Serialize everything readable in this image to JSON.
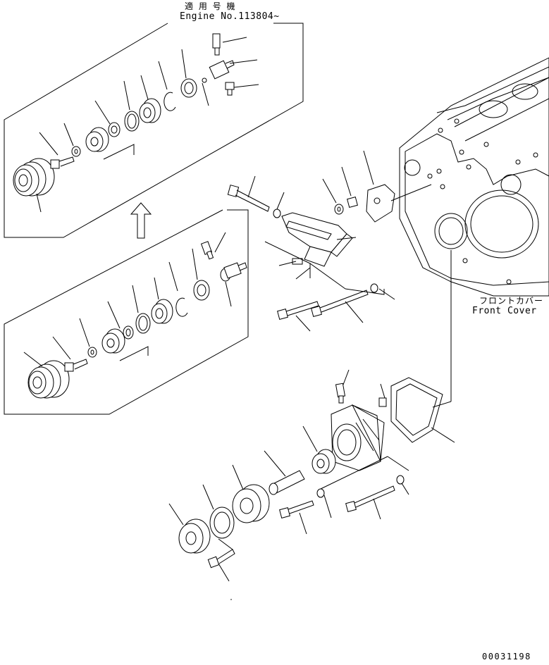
{
  "inset": {
    "label_jp": "適 用 号 機",
    "label_en": "Engine No.113804~"
  },
  "front_cover": {
    "label_jp": "フロントカバー",
    "label_en": "Front Cover"
  },
  "drawing_number": "00031198"
}
